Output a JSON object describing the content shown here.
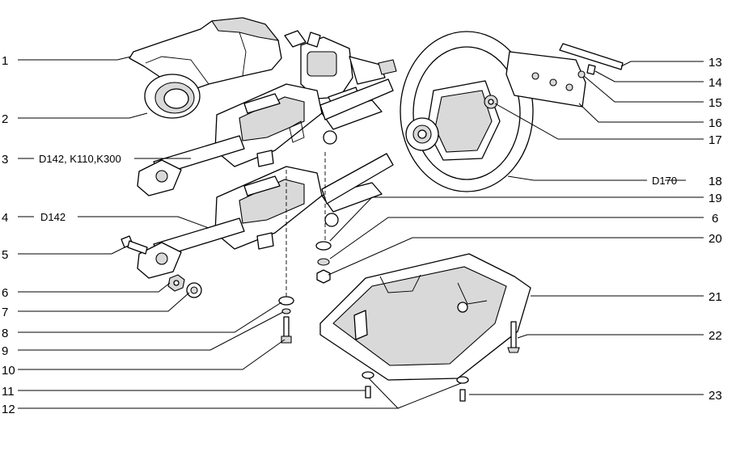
{
  "diagram": {
    "left_callouts": [
      {
        "number": "1",
        "variant": ""
      },
      {
        "number": "2",
        "variant": ""
      },
      {
        "number": "3",
        "variant": "D142, K110,K300"
      },
      {
        "number": "4",
        "variant": "D142"
      },
      {
        "number": "5",
        "variant": ""
      },
      {
        "number": "6",
        "variant": ""
      },
      {
        "number": "7",
        "variant": ""
      },
      {
        "number": "8",
        "variant": ""
      },
      {
        "number": "9",
        "variant": ""
      },
      {
        "number": "10",
        "variant": ""
      },
      {
        "number": "11",
        "variant": ""
      },
      {
        "number": "12",
        "variant": ""
      }
    ],
    "right_callouts": [
      {
        "number": "13",
        "variant": ""
      },
      {
        "number": "14",
        "variant": ""
      },
      {
        "number": "15",
        "variant": ""
      },
      {
        "number": "16",
        "variant": ""
      },
      {
        "number": "17",
        "variant": ""
      },
      {
        "number": "18",
        "variant": "D170"
      },
      {
        "number": "19",
        "variant": ""
      },
      {
        "number": "6",
        "variant": ""
      },
      {
        "number": "20",
        "variant": ""
      },
      {
        "number": "21",
        "variant": ""
      },
      {
        "number": "22",
        "variant": ""
      },
      {
        "number": "23",
        "variant": ""
      }
    ]
  }
}
